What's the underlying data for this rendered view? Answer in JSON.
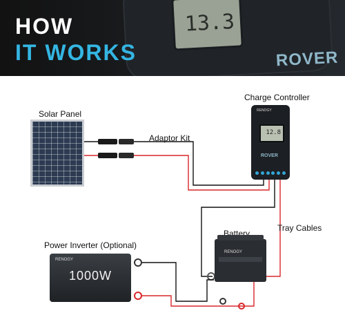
{
  "banner": {
    "line1": "HOW",
    "line2": "IT WORKS",
    "device_reading": "13.3",
    "device_brand": "ROVER"
  },
  "labels": {
    "solar_panel": "Solar Panel",
    "adaptor_kit": "Adaptor Kit",
    "charge_controller": "Charge Controller",
    "tray_cables": "Tray Cables",
    "battery": "Battery",
    "power_inverter": "Power Inverter (Optional)"
  },
  "controller": {
    "brand": "RENOGY",
    "reading": "12.8",
    "model": "ROVER"
  },
  "battery": {
    "brand": "RENOGY"
  },
  "inverter": {
    "brand": "RENOGY",
    "wattage": "1000W"
  },
  "colors": {
    "accent": "#34b6e3",
    "wire_red": "#d8262a",
    "wire_black": "#111111"
  }
}
